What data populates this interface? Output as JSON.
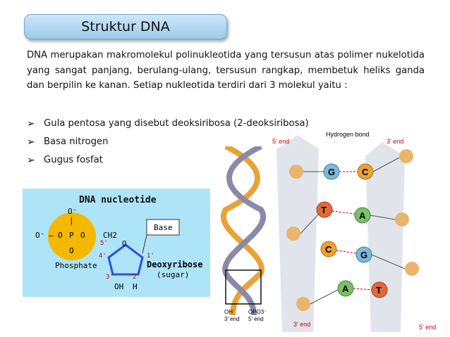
{
  "title": "Struktur DNA",
  "paragraph": "DNA merupakan makromolekul polinukleotida yang tersusun atas polimer nukelotida yang sangat panjang, berulang-ulang, tersusun rangkap, membetuk heliks ganda dan berpilin ke kanan. Setiap nukleotida terdiri dari 3 molekul yaitu  :",
  "bullets": [
    "Gula pentosa yang disebut deoksiribosa (2-deoksiribosa)",
    "Basa nitrogen",
    "Gugus fosfat"
  ],
  "nucleotide": {
    "heading": "DNA nucleotide",
    "phosphate_label": "Phosphate",
    "base_label": "Base",
    "sugar_label": "Deoxyribose",
    "sugar_sub": "(sugar)",
    "atoms": {
      "o": "O",
      "p": "P",
      "c": "C",
      "h": "H",
      "oh": "OH",
      "ch2": "CH2",
      "o_minus": "O⁻"
    },
    "positions": [
      "5'",
      "4'",
      "3'",
      "2'",
      "1'"
    ]
  },
  "helix": {
    "hydrogen_bond": "Hydrogen bond",
    "five_end": "5' end",
    "three_end": "3' end",
    "bottom_left": "OH",
    "bottom_left_sub": "3' end",
    "bottom_mid": "OPO3⁻",
    "bottom_mid_sub": "5' end",
    "bases": [
      "G",
      "C",
      "T",
      "A",
      "C",
      "G",
      "A",
      "T"
    ]
  },
  "colors": {
    "phosphate": "#f5b800",
    "sugar": "#2f4fd8",
    "cyan_bg": "#aee4f8",
    "title_bg": "#9ccbea"
  }
}
